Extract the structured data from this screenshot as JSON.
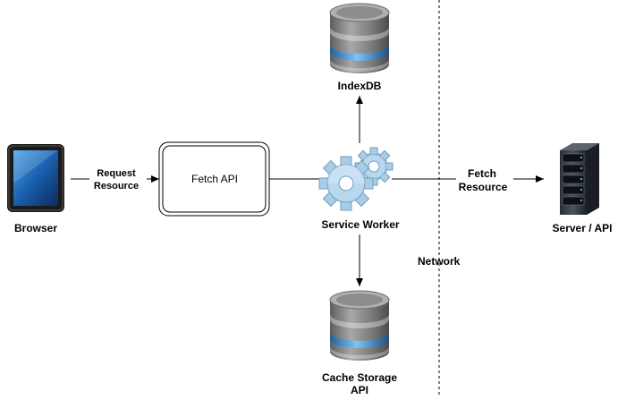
{
  "nodes": {
    "browser": {
      "label": "Browser",
      "icon": "tablet-icon"
    },
    "fetch_api": {
      "label": "Fetch API"
    },
    "service_worker": {
      "label": "Service Worker",
      "icon": "gears-icon"
    },
    "indexdb": {
      "label": "IndexDB",
      "icon": "database-icon"
    },
    "cache_storage": {
      "label_line1": "Cache Storage",
      "label_line2": "API",
      "icon": "database-icon"
    },
    "server": {
      "label": "Server / API",
      "icon": "server-rack-icon"
    }
  },
  "edges": {
    "request_resource": {
      "line1": "Request",
      "line2": "Resource"
    },
    "fetch_resource": {
      "line1": "Fetch",
      "line2": "Resource"
    }
  },
  "boundary": {
    "label": "Network"
  },
  "colors": {
    "db_body": "#7a7a7a",
    "db_top": "#9c9c9c",
    "db_band": "#3d8fd6",
    "gear": "#a9cde6",
    "gear_stroke": "#6e9fc0"
  }
}
